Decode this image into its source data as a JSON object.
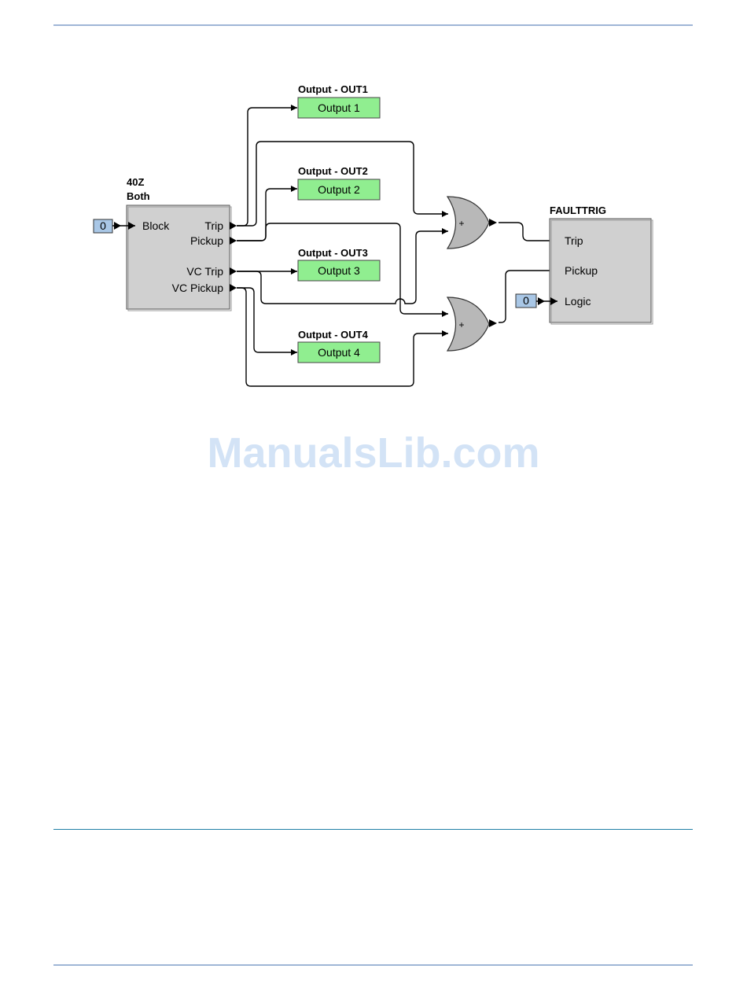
{
  "diagram": {
    "block_40z": {
      "title_line1": "40Z",
      "title_line2": "Both",
      "inputs": {
        "block": "Block"
      },
      "outputs": {
        "trip": "Trip",
        "pickup": "Pickup",
        "vc_trip": "VC Trip",
        "vc_pickup": "VC Pickup"
      },
      "block_input_value": "0"
    },
    "outputs": [
      {
        "header": "Output - OUT1",
        "label": "Output 1"
      },
      {
        "header": "Output - OUT2",
        "label": "Output 2"
      },
      {
        "header": "Output - OUT3",
        "label": "Output 3"
      },
      {
        "header": "Output - OUT4",
        "label": "Output 4"
      }
    ],
    "faulttrig": {
      "title": "FAULTTRIG",
      "inputs": {
        "trip": "Trip",
        "pickup": "Pickup",
        "logic": "Logic"
      },
      "logic_input_value": "0"
    },
    "gates": {
      "or_gate_symbol": "+"
    },
    "colors": {
      "block_fill": "#d0d0d0",
      "output_fill": "#90ee90",
      "input_fill": "#a9c7e6",
      "gate_fill": "#b8b8b8"
    }
  },
  "watermark": "ManualsLib.com"
}
